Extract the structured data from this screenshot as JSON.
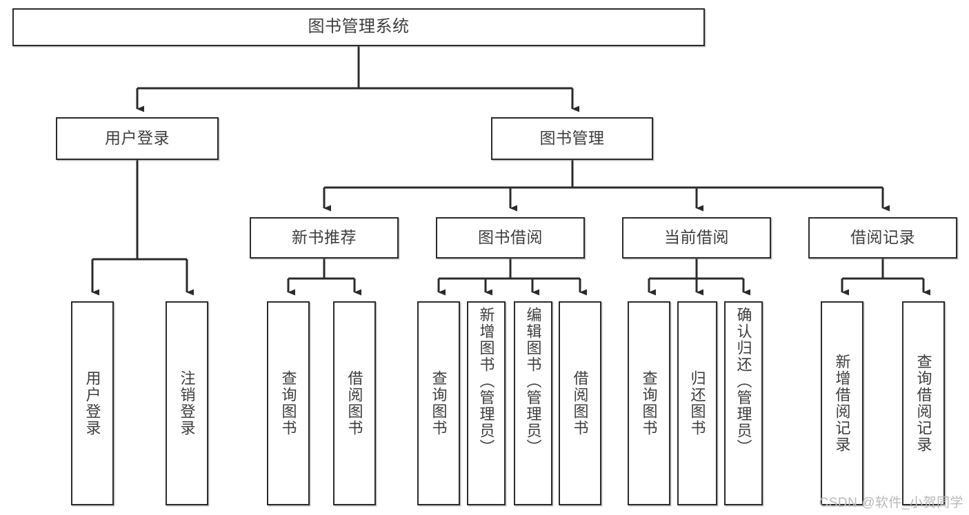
{
  "diagram": {
    "title": "图书管理系统",
    "type": "tree-hierarchy-diagram",
    "watermark": "CSDN @软件_小贺同学",
    "colors": {
      "stroke": "#2b2b2b",
      "text": "#3d3d3d",
      "background": "#ffffff",
      "watermark": "#b8b8b8"
    }
  },
  "nodes": {
    "root": {
      "label": "图书管理系统"
    },
    "level2": [
      {
        "label": "用户登录"
      },
      {
        "label": "图书管理"
      }
    ],
    "level3": [
      {
        "label": "新书推荐"
      },
      {
        "label": "图书借阅"
      },
      {
        "label": "当前借阅"
      },
      {
        "label": "借阅记录"
      }
    ],
    "leaves": {
      "user_login": [
        {
          "label": "用户登录"
        },
        {
          "label": "注销登录"
        }
      ],
      "new_book_recommend": [
        {
          "label": "查询图书"
        },
        {
          "label": "借阅图书"
        }
      ],
      "book_borrow": [
        {
          "label": "查询图书"
        },
        {
          "label": "新增图书（管理员）"
        },
        {
          "label": "编辑图书（管理员）"
        },
        {
          "label": "借阅图书"
        }
      ],
      "current_borrow": [
        {
          "label": "查询图书"
        },
        {
          "label": "归还图书"
        },
        {
          "label": "确认归还（管理员）"
        }
      ],
      "borrow_record": [
        {
          "label": "新增借阅记录"
        },
        {
          "label": "查询借阅记录"
        }
      ]
    }
  }
}
